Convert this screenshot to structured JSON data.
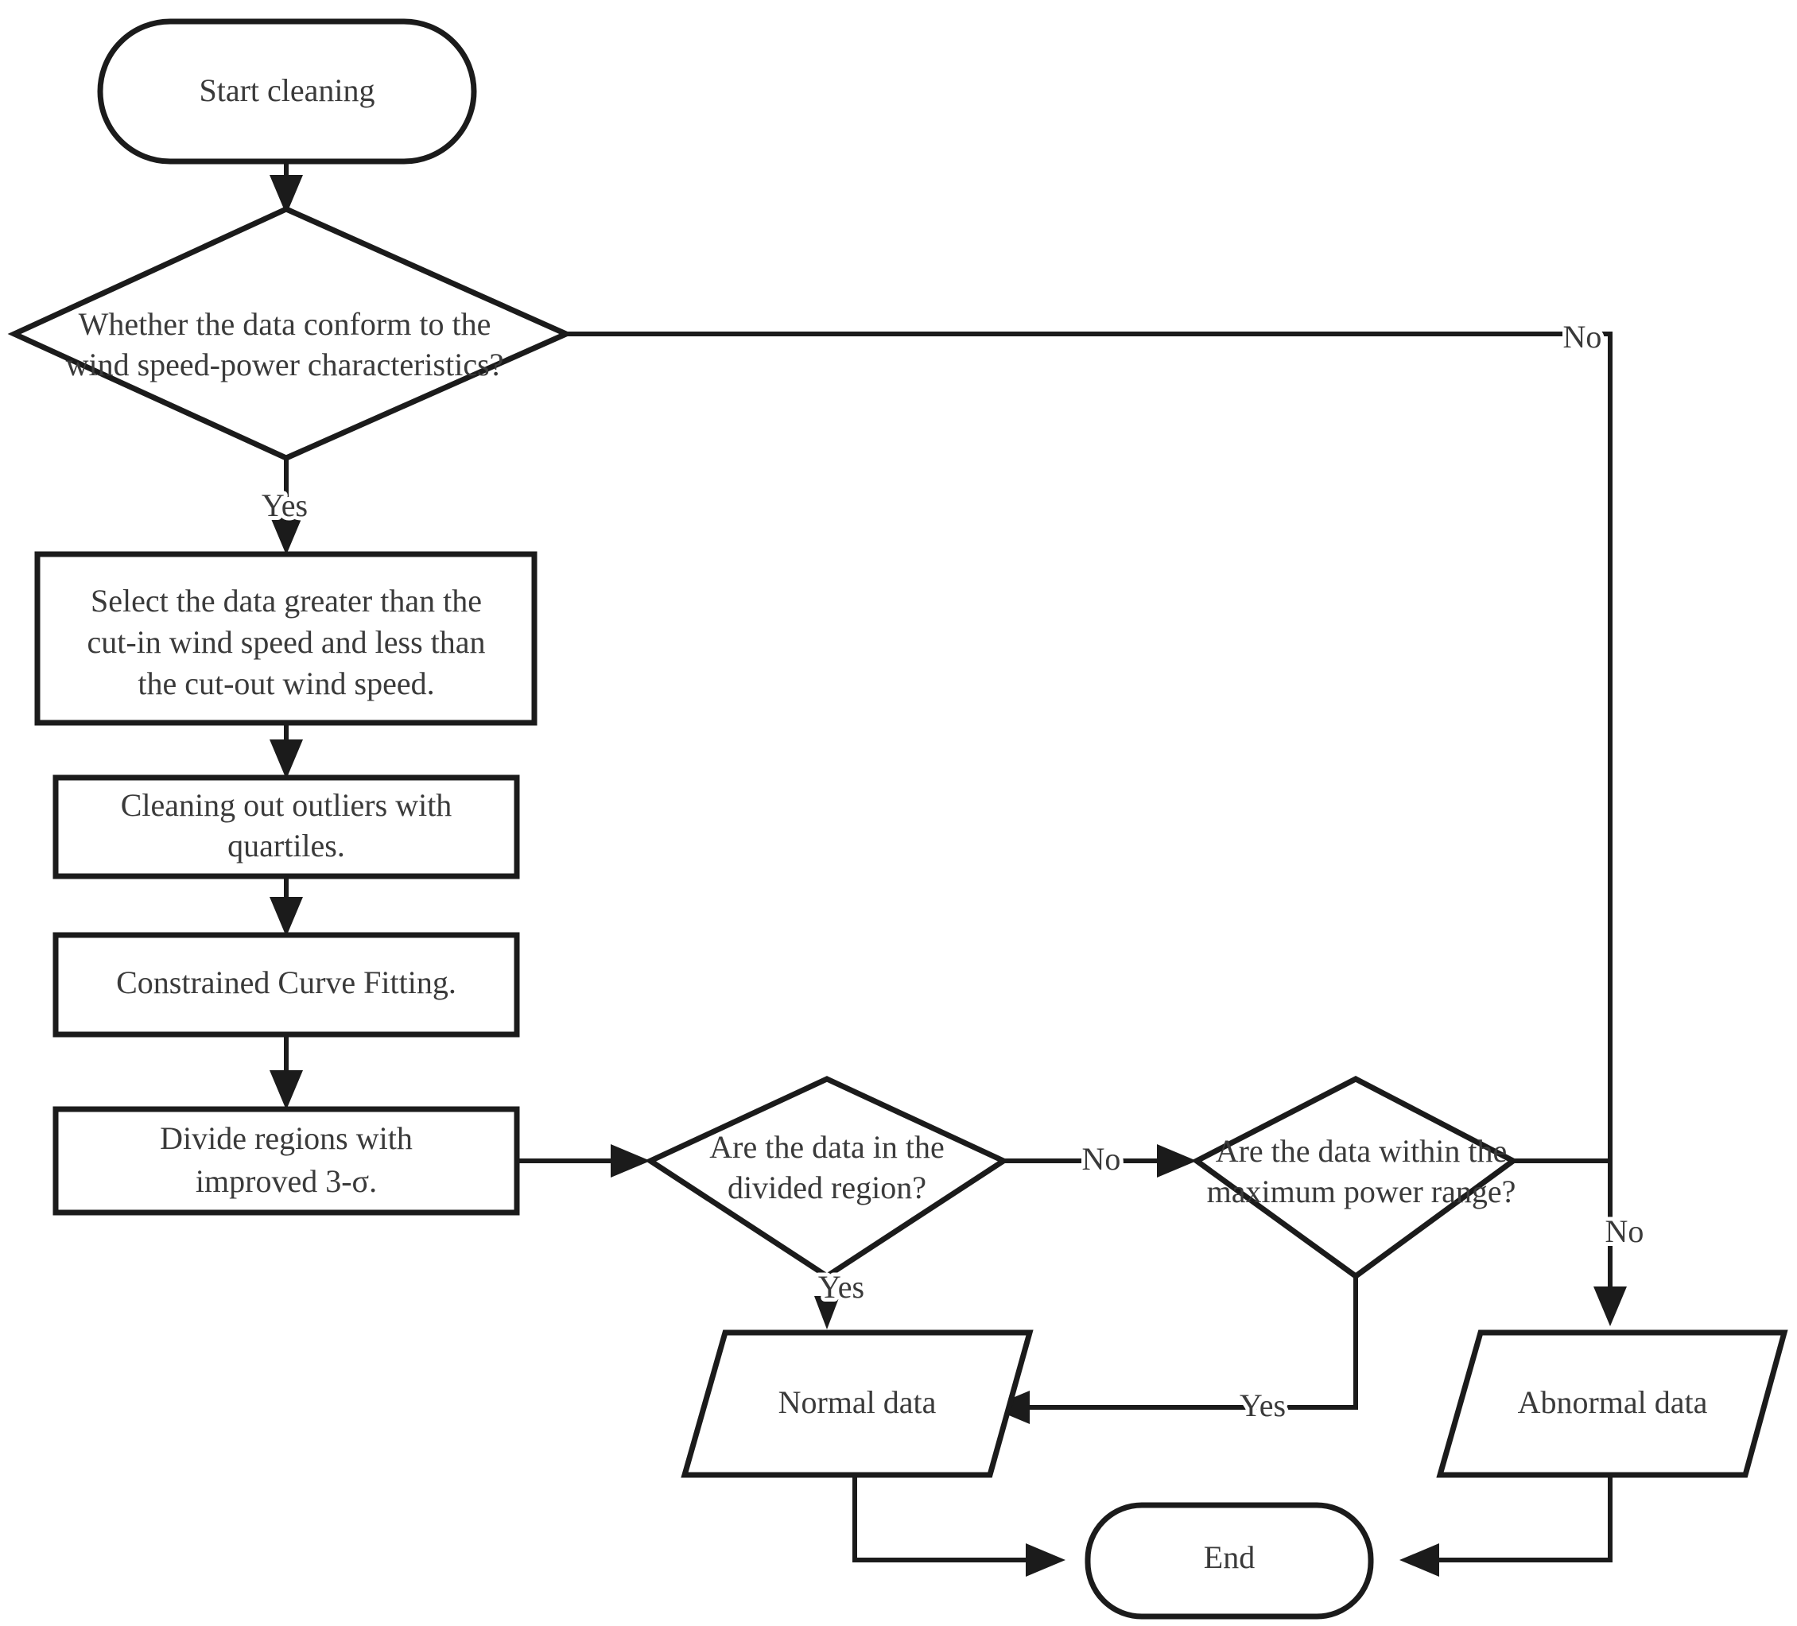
{
  "diagram": {
    "type": "flowchart",
    "title": "Wind power data cleaning flowchart",
    "orientation": "top-to-bottom",
    "colors": {
      "stroke": "#1b1b1b",
      "text": "#3a3a3a",
      "background": "#ffffff"
    },
    "nodes": {
      "start": {
        "id": "start",
        "shape": "terminator",
        "label": "Start cleaning"
      },
      "decision_characteristic": {
        "id": "decision_characteristic",
        "shape": "decision",
        "label_line1": "Whether the data conform to the",
        "label_line2": "wind speed-power characteristics?"
      },
      "select_range": {
        "id": "select_range",
        "shape": "process",
        "label_line1": "Select the data greater than the",
        "label_line2": "cut-in wind speed and less than",
        "label_line3": "the cut-out wind speed."
      },
      "clean_outliers": {
        "id": "clean_outliers",
        "shape": "process",
        "label_line1": "Cleaning out outliers with",
        "label_line2": "quartiles."
      },
      "curve_fitting": {
        "id": "curve_fitting",
        "shape": "process",
        "label_line1": "Constrained Curve Fitting."
      },
      "divide_regions": {
        "id": "divide_regions",
        "shape": "process",
        "label_line1": "Divide regions with",
        "label_line2": "improved 3-σ."
      },
      "decision_divided_region": {
        "id": "decision_divided_region",
        "shape": "decision",
        "label_line1": "Are the data in the",
        "label_line2": "divided region?"
      },
      "decision_max_power": {
        "id": "decision_max_power",
        "shape": "decision",
        "label_line1": "Are the data within the",
        "label_line2": "maximum power range?"
      },
      "normal_data": {
        "id": "normal_data",
        "shape": "data",
        "label": "Normal data"
      },
      "abnormal_data": {
        "id": "abnormal_data",
        "shape": "data",
        "label": "Abnormal data"
      },
      "end": {
        "id": "end",
        "shape": "terminator",
        "label": "End"
      }
    },
    "edge_labels": {
      "characteristic_no": "No",
      "characteristic_yes": "Yes",
      "divided_region_no": "No",
      "divided_region_yes": "Yes",
      "max_power_no": "No",
      "max_power_yes": "Yes"
    },
    "edges": [
      {
        "from": "start",
        "to": "decision_characteristic",
        "label": ""
      },
      {
        "from": "decision_characteristic",
        "to": "abnormal_data",
        "label": "No"
      },
      {
        "from": "decision_characteristic",
        "to": "select_range",
        "label": "Yes"
      },
      {
        "from": "select_range",
        "to": "clean_outliers",
        "label": ""
      },
      {
        "from": "clean_outliers",
        "to": "curve_fitting",
        "label": ""
      },
      {
        "from": "curve_fitting",
        "to": "divide_regions",
        "label": ""
      },
      {
        "from": "divide_regions",
        "to": "decision_divided_region",
        "label": ""
      },
      {
        "from": "decision_divided_region",
        "to": "decision_max_power",
        "label": "No"
      },
      {
        "from": "decision_divided_region",
        "to": "normal_data",
        "label": "Yes"
      },
      {
        "from": "decision_max_power",
        "to": "normal_data",
        "label": "Yes"
      },
      {
        "from": "decision_max_power",
        "to": "abnormal_data",
        "label": "No"
      },
      {
        "from": "normal_data",
        "to": "end",
        "label": ""
      },
      {
        "from": "abnormal_data",
        "to": "end",
        "label": ""
      }
    ]
  }
}
